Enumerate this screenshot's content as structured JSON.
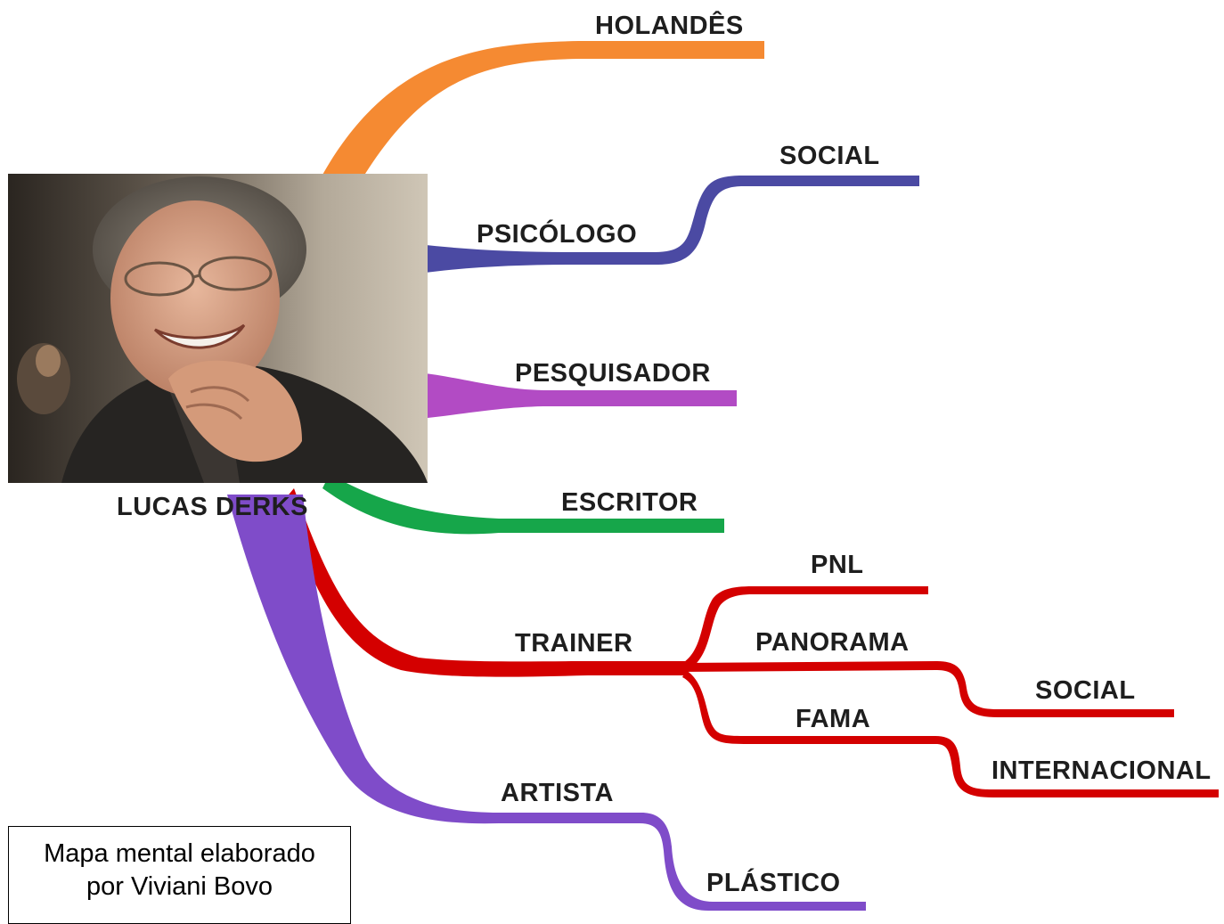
{
  "center": {
    "name": "LUCAS DERKS"
  },
  "branches": [
    {
      "label": "HOLANDÊS",
      "color": "#f58a32"
    },
    {
      "label": "PSICÓLOGO",
      "color": "#4b4aa3",
      "children": [
        {
          "label": "SOCIAL"
        }
      ]
    },
    {
      "label": "PESQUISADOR",
      "color": "#b24bc4"
    },
    {
      "label": "ESCRITOR",
      "color": "#16a64a"
    },
    {
      "label": "TRAINER",
      "color": "#d40000",
      "children": [
        {
          "label": "PNL"
        },
        {
          "label": "PANORAMA",
          "children": [
            {
              "label": "SOCIAL"
            }
          ]
        },
        {
          "label": "FAMA",
          "children": [
            {
              "label": "INTERNACIONAL"
            }
          ]
        }
      ]
    },
    {
      "label": "ARTISTA",
      "color": "#7f4cc9",
      "children": [
        {
          "label": "PLÁSTICO"
        }
      ]
    }
  ],
  "credit": {
    "line1": "Mapa mental elaborado",
    "line2": "por Viviani Bovo"
  }
}
